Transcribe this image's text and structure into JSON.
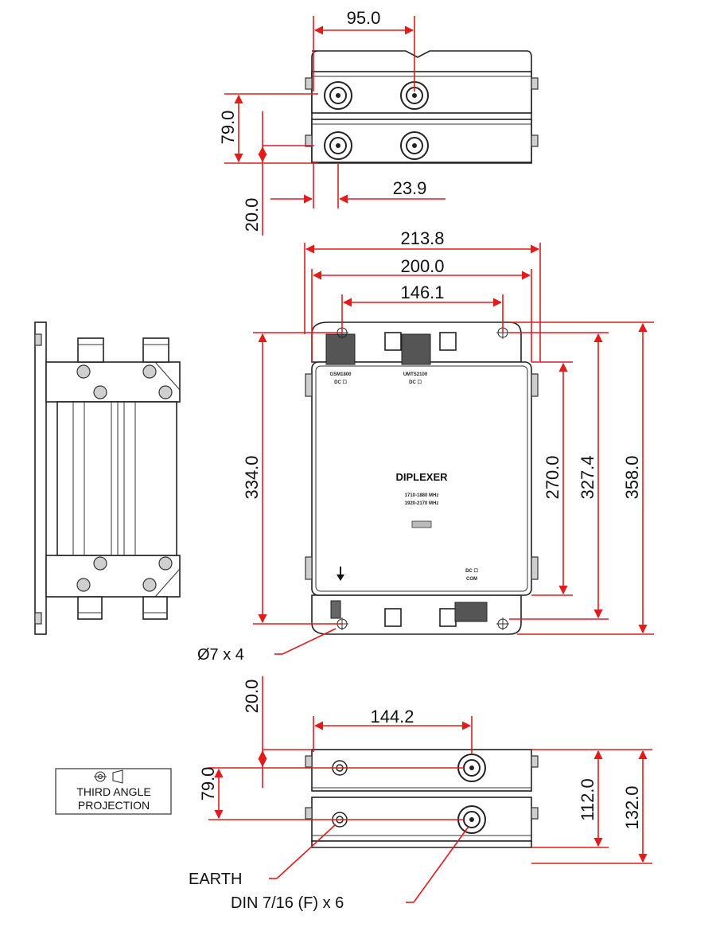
{
  "dimensions": {
    "top_width": "95.0",
    "top_pitch": "79.0",
    "top_offset_v": "20.0",
    "top_offset_h": "23.9",
    "overall_width": "213.8",
    "body_width": "200.0",
    "connector_spacing": "146.1",
    "left_height": "334.0",
    "body_height": "270.0",
    "mount_height": "327.4",
    "overall_height": "358.0",
    "bottom_offset": "20.0",
    "bottom_spacing": "144.2",
    "bottom_pitch": "79.0",
    "bottom_depth": "112.0",
    "bottom_overall": "132.0"
  },
  "callouts": {
    "holes": "Ø7 x 4",
    "earth": "EARTH",
    "din": "DIN 7/16 (F) x 6"
  },
  "device": {
    "port1_label": "GSM1800",
    "port1_dc": "DC ☐",
    "port2_label": "UMTS2100",
    "port2_dc": "DC ☐",
    "title": "DIPLEXER",
    "freq1": "1710-1880 MHz",
    "freq2": "1920-2170 MHz",
    "com_dc": "DC ☐",
    "com_label": "COM"
  },
  "projection": {
    "line1": "THIRD ANGLE",
    "line2": "PROJECTION"
  },
  "colors": {
    "dimension_lines": "#e31b1b",
    "outline": "#222222"
  }
}
